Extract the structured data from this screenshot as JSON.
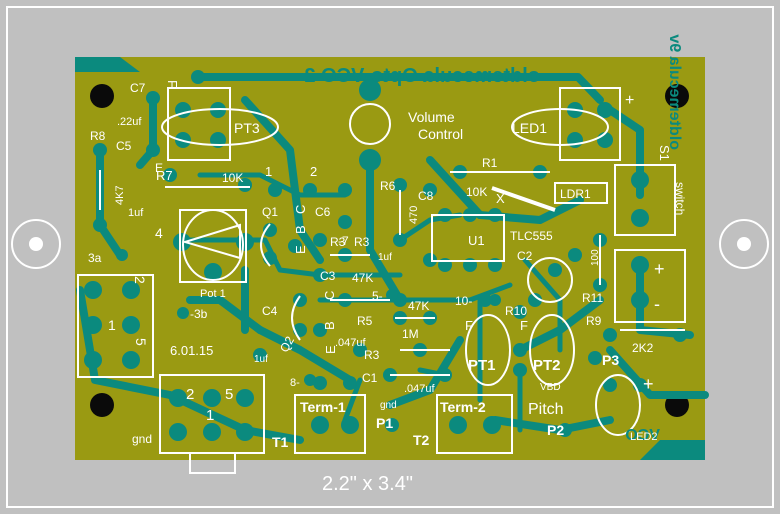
{
  "board": {
    "title_mirrored": "oldtemecula Opto-VCO 2",
    "dimensions_label": "2.2\" x 3.4\"",
    "date_label": "6.01.15",
    "volume_label_1": "Volume",
    "volume_label_2": "Control",
    "pitch_label": "Pitch",
    "gnd_label": "gnd",
    "plus_label": "+",
    "minus_label": "-",
    "battery_mirrored": "oldtemecula 9v",
    "switch_mirrored": "switch",
    "vbd_mirrored": "VBD",
    "led2_vco_mirrored": "VCO"
  },
  "components": {
    "PT3": "PT3",
    "LED1": "LED1",
    "PT1": "PT1",
    "PT2": "PT2",
    "LED2": "LED2",
    "LDR1": "LDR1",
    "U1": "U1",
    "TLC555": "TLC555",
    "S1": "S1",
    "Pot1": "Pot 1",
    "R1": "R1",
    "R3": "R3",
    "R5": "R5",
    "R6": "R6",
    "R7": "R7",
    "R8": "R8",
    "R9": "R9",
    "R10": "R10",
    "R11": "R11",
    "C1": "C1",
    "C2": "C2",
    "C3": "C3",
    "C4": "C4",
    "C5": "C5",
    "C6": "C6",
    "C7": "C7",
    "C8": "C8",
    "Q1": "Q1",
    "Q2": "Q2",
    "T1": "T1",
    "T2": "T2",
    "P1": "P1",
    "P2": "P2",
    "P3": "P3",
    "Term1": "Term-1",
    "Term2": "Term-2"
  },
  "values": {
    "v_22uf": ".22uf",
    "v_4k7": "4K7",
    "v_1uf": "1uf",
    "v_10k_a": "10K",
    "v_10k_b": "10K",
    "v_047_a": ".047uf",
    "v_047_b": ".047uf",
    "v_047_c": ".047uf",
    "v_47k_a": "47K",
    "v_47k_b": "47K",
    "v_470": "470",
    "v_1m": "1M",
    "v_2k2": "2K2",
    "v_100": "100",
    "v_1uf_b": "1uf",
    "v_1uf_c": "1uf"
  },
  "pins": {
    "n1": "1",
    "n2": "2",
    "n3a": "3a",
    "n3b": "-3b",
    "n4": "4",
    "n5": "5",
    "n7": "-7",
    "n8": "8-",
    "n9": "-9",
    "n10": "10-",
    "n5b": "5-",
    "j2": "2",
    "j1": "1",
    "j5": "5",
    "t2": "2",
    "t1": "1",
    "t5": "5",
    "e": "E",
    "b": "B",
    "c": "C",
    "x": "X",
    "f": "F",
    "gnd_small": "gnd"
  },
  "colors": {
    "board": "#9a9a12",
    "copper": "#0b8a7e",
    "silk": "#ffffff",
    "hole": "#0a0a0a",
    "background": "#c0c0c0"
  }
}
